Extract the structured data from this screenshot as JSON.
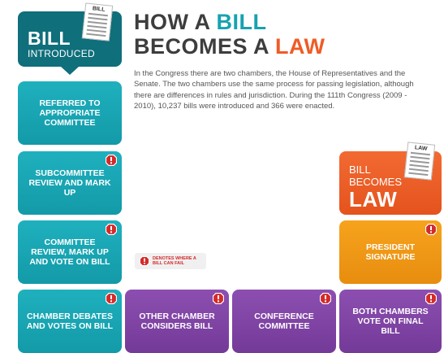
{
  "title": {
    "line1_prefix": "HOW A ",
    "line1_highlight": "BILL",
    "line2_prefix": "BECOMES A ",
    "line2_highlight": "LAW"
  },
  "description": "In the Congress there are two chambers, the House of Representatives and the Senate. The two chambers use the same process for passing legislation, although there are differences in rules and jurisdiction. During the 111th Congress (2009 - 2010), 10,237 bills were introduced and 366 were enacted.",
  "start": {
    "big": "BILL",
    "sub": "INTRODUCED",
    "doc_label": "BILL"
  },
  "end": {
    "small1": "BILL",
    "small2": "BECOMES",
    "big": "LAW",
    "doc_label": "LAW"
  },
  "steps": {
    "referred": "REFERRED TO APPROPRIATE COMMITTEE",
    "subcommittee": "SUBCOMMITTEE REVIEW AND MARK UP",
    "committee": "COMMITTEE REVIEW, MARK UP AND VOTE ON BILL",
    "chamber": "CHAMBER DEBATES AND VOTES ON BILL",
    "other_chamber": "OTHER CHAMBER CONSIDERS BILL",
    "conference": "CONFERENCE COMMITTEE",
    "both_chambers": "BOTH CHAMBERS VOTE ON FINAL BILL",
    "president": "PRESIDENT SIGNATURE"
  },
  "legend": "DENOTES WHERE A BILL CAN FAIL",
  "colors": {
    "teal": "#17a2b1",
    "dark_teal": "#0f6f7b",
    "purple": "#7d43a3",
    "orange": "#f29a18",
    "red_orange": "#ef5c27",
    "warning_red": "#d42a2a"
  },
  "icons": {
    "warning": "warning-icon",
    "document": "document-icon"
  }
}
